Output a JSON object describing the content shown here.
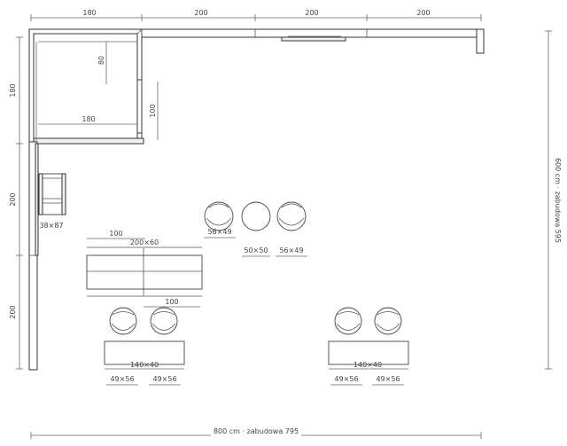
{
  "plan": {
    "dims_top": [
      "180",
      "200",
      "200",
      "200"
    ],
    "dim_left_upper": "180",
    "dim_left_mid": "200",
    "dim_left_lower": "200",
    "dim_inner_80": "80",
    "dim_inner_180": "180",
    "dim_inner_100": "100",
    "dim_right": "600 cm · zabudowa 595",
    "dim_bottom": "800 cm · zabudowa 795",
    "shelf_label": "38×87",
    "table_top_dim": "100",
    "table_label": "200×60",
    "table_bottom_dim": "100",
    "chair_a_label": "56×49",
    "side_table_label": "50×50",
    "chair_b_label": "56×49",
    "bench_left_label": "140×40",
    "chair_left_1_label": "49×56",
    "chair_left_2_label": "49×56",
    "bench_right_label": "140×40",
    "chair_right_1_label": "49×56",
    "chair_right_2_label": "49×56"
  },
  "colors": {
    "line": "#333333",
    "dim": "#666666",
    "background": "#ffffff"
  }
}
